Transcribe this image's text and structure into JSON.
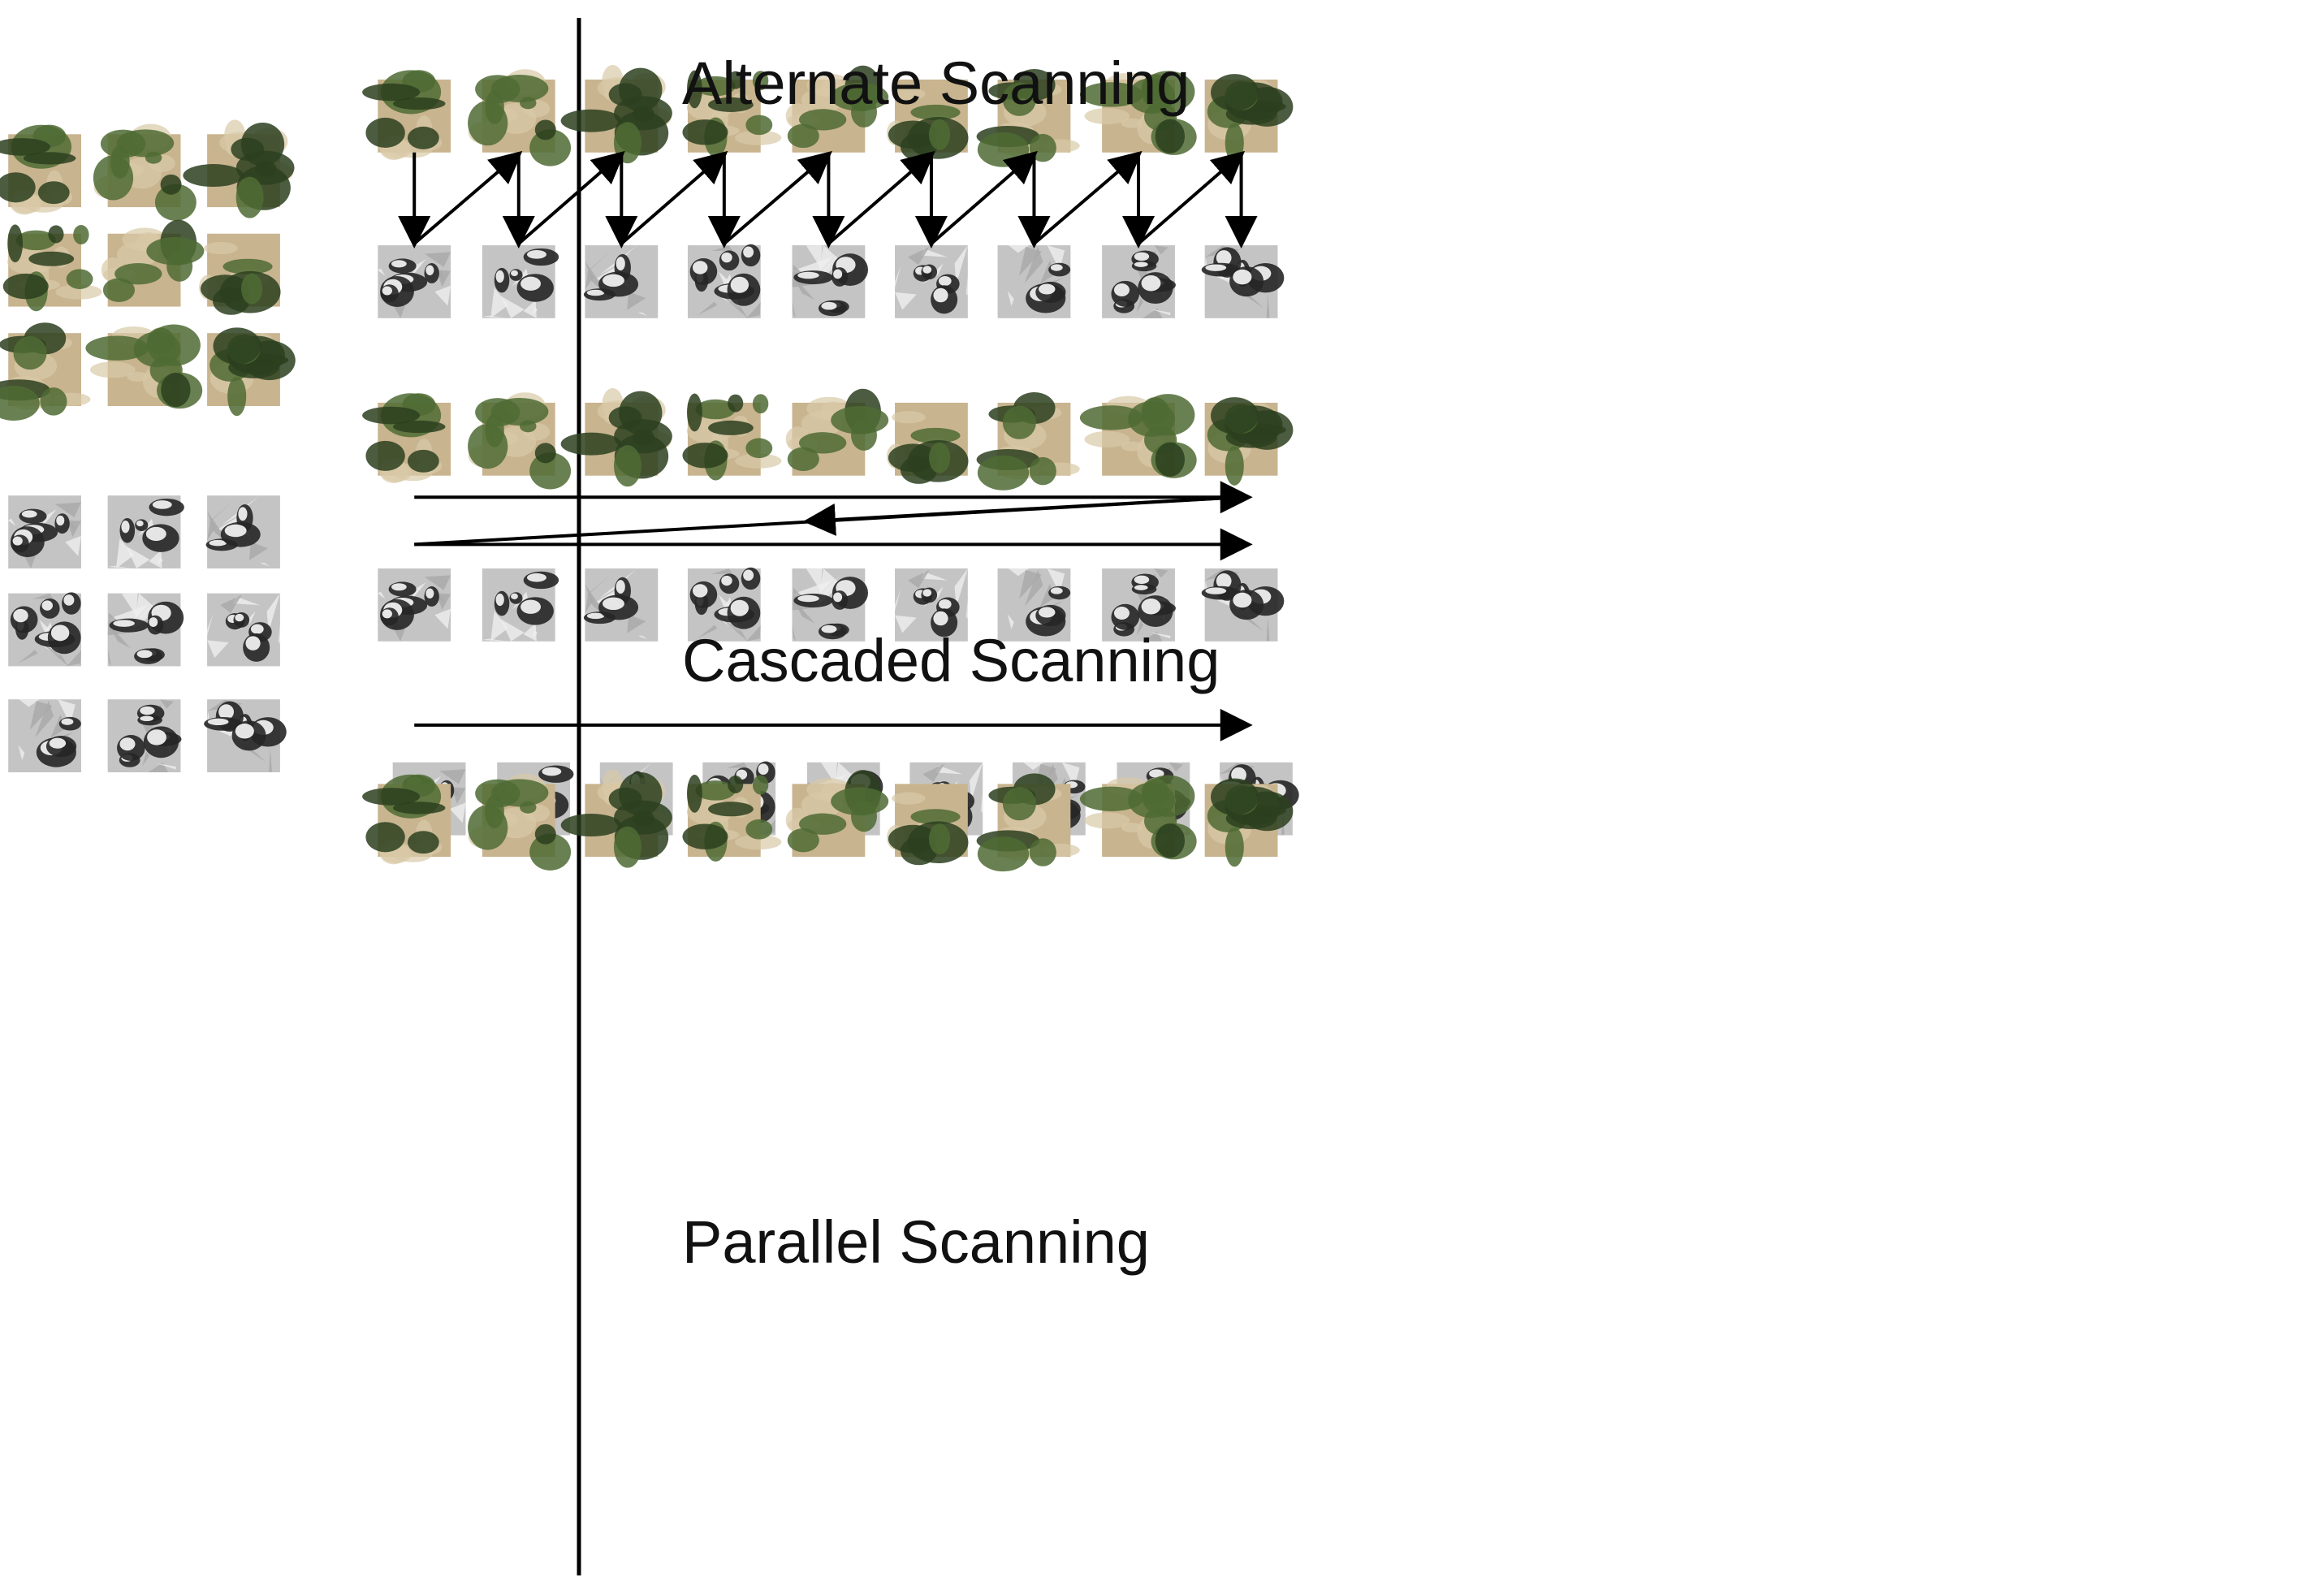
{
  "sections": {
    "alternate": {
      "title": "Alternate Scanning"
    },
    "cascaded": {
      "title": "Cascaded Scanning"
    },
    "parallel": {
      "title": "Parallel Scanning"
    }
  },
  "colors": {
    "arrow": "#000000",
    "divider": "#000000",
    "soil": "#c8b48f",
    "soil_light": "#d9c9a6",
    "vegetation": "#4f6b34",
    "vegetation_dark": "#2c3f1e",
    "mesh_base": "#c4c4c4",
    "mesh_dark": "#262626",
    "mesh_light": "#efefef"
  },
  "tiles": {
    "count_per_row": 9,
    "rgb_label": "aerial-rgb-patch",
    "mesh_label": "shaded-dem-mesh-patch"
  }
}
